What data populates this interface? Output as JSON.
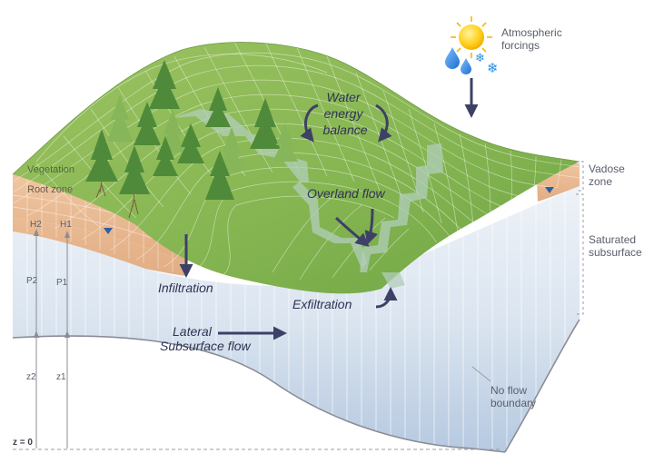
{
  "labels": {
    "atmospheric": [
      "Atmospheric",
      "forcings"
    ],
    "water_balance": [
      "Water",
      "energy",
      "balance"
    ],
    "overland_flow": "Overland flow",
    "infiltration": "Infiltration",
    "exfiltration": "Exfiltration",
    "lateral": [
      "Lateral",
      "Subsurface flow"
    ],
    "vegetation": "Vegetation",
    "root_zone": "Root zone",
    "vadose": [
      "Vadose",
      "zone"
    ],
    "saturated": [
      "Saturated",
      "subsurface"
    ],
    "no_flow": [
      "No flow",
      "boundary"
    ],
    "h2": "H2",
    "h1": "H1",
    "p2": "P2",
    "p1": "P1",
    "z2": "z2",
    "z1": "z1",
    "z0": "z = 0"
  },
  "colors": {
    "grass": "#7fb04c",
    "grass_light": "#a6c96a",
    "soil": "#e8b890",
    "water_top": "#e6edf5",
    "water_bottom": "#b9cbe2",
    "arrow": "#3d4166",
    "label": "#55596a",
    "stream": "#a8c3b0",
    "tree_dark": "#4f8a3a",
    "tree_light": "#86b659",
    "sun": "#f5b800"
  },
  "icons": [
    "sun-icon",
    "raindrop-icon",
    "snowflake-icon",
    "tree-icon",
    "water-table-marker-icon"
  ]
}
